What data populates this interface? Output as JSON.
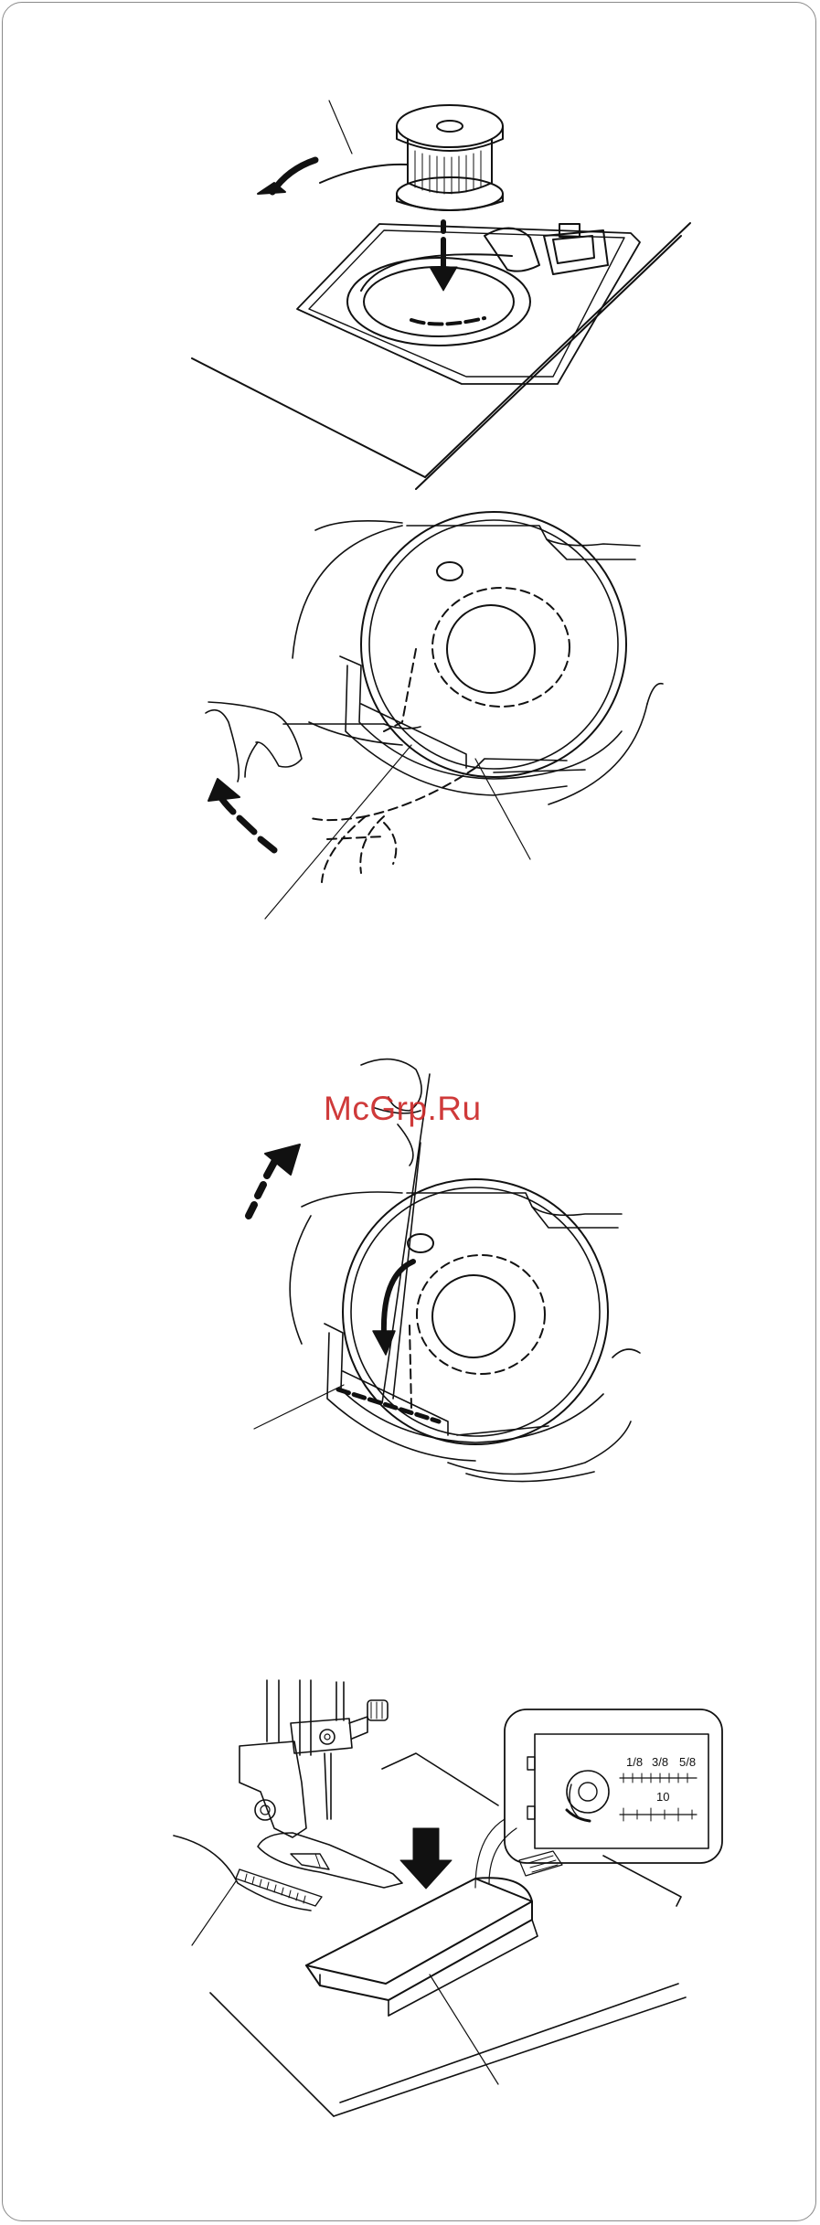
{
  "watermark": {
    "text": "McGrp.Ru",
    "color": "#cc2a2a"
  },
  "throat_plate": {
    "seam_guide_fractions": [
      "1/8",
      "3/8",
      "5/8"
    ],
    "seam_guide_mm": "10"
  },
  "icons": {
    "step1": "bobbin-insert-illustration",
    "step2": "bobbin-thread-notch-illustration",
    "step3": "bobbin-thread-guide-illustration",
    "step4": "cover-plate-attach-illustration"
  },
  "colors": {
    "line": "#111111",
    "frame": "#8a8a8a",
    "background": "#ffffff"
  }
}
